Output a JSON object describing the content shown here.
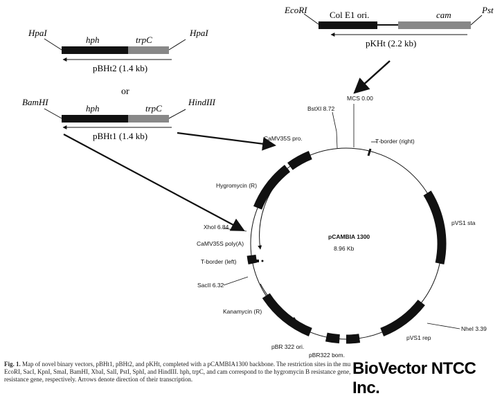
{
  "vectors": {
    "pbht2": {
      "left_site": "HpaI",
      "right_site": "HpaI",
      "gene1": "hph",
      "gene2": "trpC",
      "label": "pBHt2 (1.4 kb)"
    },
    "or": "or",
    "pbht1": {
      "left_site": "BamHI",
      "right_site": "HindIII",
      "gene1": "hph",
      "gene2": "trpC",
      "label": "pBHt1 (1.4 kb)"
    },
    "pkht": {
      "left_site": "EcoRI",
      "right_site": "Pst",
      "gene1": "Col E1 ori.",
      "gene2": "cam",
      "label": "pKHt (2.2 kb)"
    }
  },
  "plasmid": {
    "name": "pCAMBIA   1300",
    "size": "8.96 Kb",
    "labels": {
      "mcs": "MCS 0.00",
      "bstxi": "BstXI 8.72",
      "camv_pro": "CaMV35S pro.",
      "t_border_right": "T-border  (right)",
      "hygromycin": "Hygromycin (R)",
      "pvs1_sta": "pVS1 sta",
      "xhoi": "XhoI 6.84",
      "camv_polya": "CaMV35S  poly(A)",
      "t_border_left": "T-border  (left)",
      "sacii": "SacII  6.32",
      "kanamycin": "Kanamycin (R)",
      "nhei": "NheI 3.39",
      "pvs1_rep": "pVS1 rep",
      "pbr_ori": "pBR 322 ori.",
      "pbr_bom": "pBR322 bom."
    }
  },
  "caption": {
    "fig": "Fig. 1.",
    "text": " Map of novel binary vectors, pBHt1, pBHt2, and pKHt, completed with a pCAMBIA1300 backbone. The restriction sites in the multiple cloning sites are indicated; restriction sites for EcoRI, SacI, KpnI, SmaI, BamHI, XbaI, SalI, PstI, SphI, and HindIII. hph, trpC, and cam correspond to the hygromycin B resistance gene, Aspergillus nidulans trpC promoter and chloramphenicol resistance gene, respectively. Arrows denote direction of their transcription."
  },
  "brand": "BioVector NTCC Inc."
}
